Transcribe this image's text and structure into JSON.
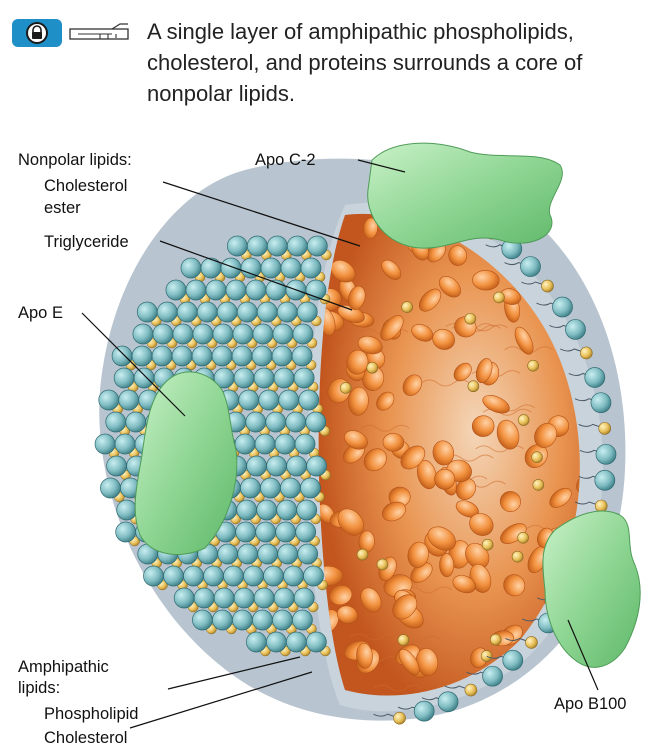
{
  "caption": {
    "line1": "A single layer of amphipathic phospholipids,",
    "line2": "cholesterol, and proteins surrounds a core of",
    "line3": "nonpolar lipids."
  },
  "labels": {
    "nonpolar_header": "Nonpolar lipids:",
    "cholesterol_ester_1": "Cholesterol",
    "cholesterol_ester_2": "ester",
    "triglyceride": "Triglyceride",
    "apo_c2": "Apo C-2",
    "apo_e": "Apo E",
    "amphipathic_1": "Amphipathic",
    "amphipathic_2": "lipids:",
    "phospholipid": "Phospholipid",
    "cholesterol": "Cholesterol",
    "apo_b100": "Apo B100"
  },
  "icons": [
    "lock-icon",
    "key-icon"
  ],
  "colors": {
    "phospholipid_head": "#7fbcc2",
    "cholesterol": "#e9c15a",
    "core": "#e8843a",
    "triglyceride": "#f2913e",
    "apoprotein": "#8fd694",
    "membrane": "#c9d3dc",
    "icon_blue": "#1f8fc8"
  }
}
